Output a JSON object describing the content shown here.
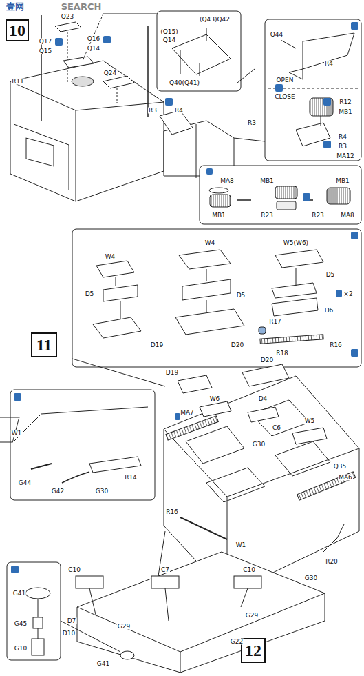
{
  "diagram": {
    "nodes": [
      {
        "text": [
          "10"
        ]
      },
      {
        "text": [
          "11"
        ]
      },
      {
        "text": [
          "12"
        ]
      }
    ],
    "labels": [
      "壹网",
      "SEARCH",
      "Q23",
      "Q17",
      "Q15",
      "Q16",
      "Q14",
      "Q24",
      "R11",
      "(Q43)Q42",
      "(Q15)",
      "Q14",
      "Q40(Q41)",
      "R3",
      "R4",
      "Q44",
      "R4",
      "OPEN",
      "CLOSE",
      "R12",
      "MB1",
      "R4",
      "R3",
      "MA12",
      "R3",
      "MA8",
      "MB1",
      "MB1",
      "R23",
      "R23",
      "MB1",
      "MA8",
      "W4",
      "W4",
      "W5(W6)",
      "D5",
      "D5",
      "D5",
      "D6",
      "×2",
      "R17",
      "R18",
      "R16",
      "D19",
      "D20",
      "D19",
      "D20",
      "W6",
      "D4",
      "C6",
      "W5",
      "G30",
      "MA7",
      "Q35",
      "MA6",
      "W1",
      "R16",
      "R20",
      "G30",
      "W1",
      "G44",
      "G42",
      "R14",
      "G30",
      "C10",
      "C7",
      "C10",
      "G29",
      "G29",
      "G22",
      "D7",
      "D10",
      "G41",
      "G45",
      "G10",
      "G41"
    ]
  }
}
